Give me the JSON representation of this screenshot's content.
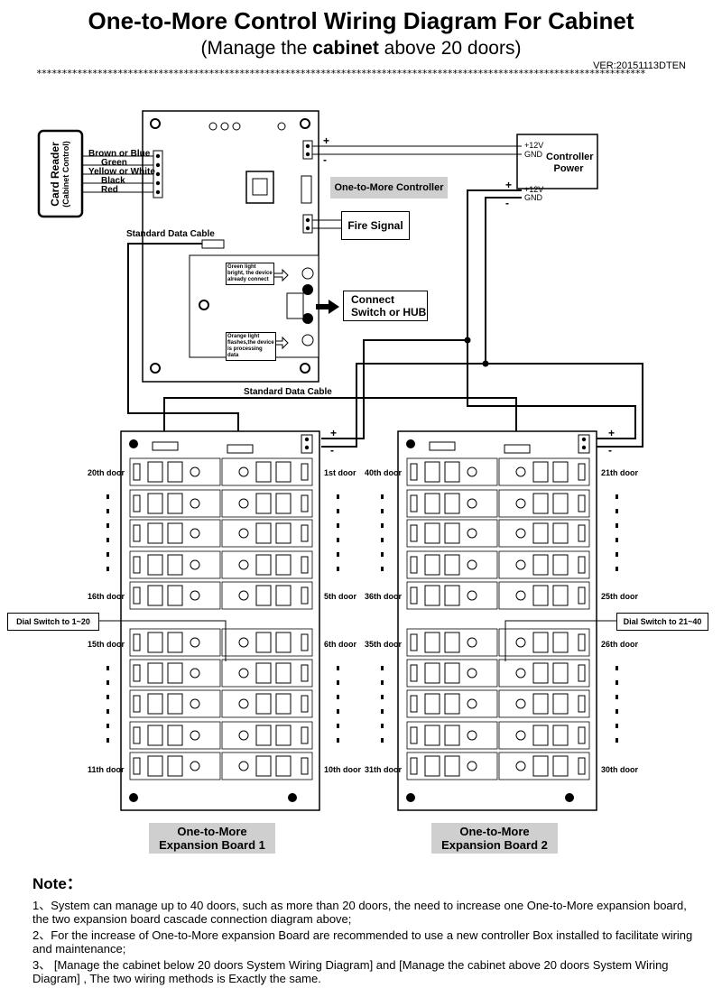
{
  "header": {
    "title": "One-to-More Control Wiring Diagram For Cabinet",
    "subtitle_pre": "(Manage the ",
    "subtitle_bold": "cabinet",
    "subtitle_post": " above 20 doors)",
    "version": "VER:20151113DTEN",
    "divider": "************************************************************************************************************************"
  },
  "card_reader": {
    "title": "Card Reader",
    "subtitle": "(Cabinet Control)",
    "wires": [
      "Brown or Blue",
      "Green",
      "Yellow or White",
      "Black",
      "Red"
    ]
  },
  "controller": {
    "label": "One-to-More Controller",
    "fire_signal": "Fire Signal",
    "connect_hub": "Connect\nSwitch  or HUB",
    "green_note": "Green light bright, the device already connect",
    "orange_note": "Orange  light flashes,the device is processing data",
    "standard_cable_top": "Standard Data Cable",
    "standard_cable_mid": "Standard Data Cable"
  },
  "power": {
    "title": "Controller\nPower",
    "v12_a": "+12V",
    "gnd_a": "GND",
    "v12_b": "+12V",
    "gnd_b": "GND",
    "plus": "+",
    "minus": "-"
  },
  "board1": {
    "name": "One-to-More\nExpansion Board 1",
    "dial": "Dial Switch to 1~20",
    "doors_left": [
      "20th door",
      "16th door",
      "15th door",
      "11th door"
    ],
    "doors_right": [
      "1st door",
      "5th door",
      "6th door",
      "10th door"
    ]
  },
  "board2": {
    "name": "One-to-More\nExpansion Board 2",
    "dial": "Dial Switch to 21~40",
    "doors_left": [
      "40th door",
      "36th door",
      "35th door",
      "31th door"
    ],
    "doors_right": [
      "21th door",
      "25th door",
      "26th door",
      "30th door"
    ]
  },
  "notes": {
    "heading": "Note：",
    "items": [
      "1、System can manage up to 40 doors, such as more than 20 doors, the need to increase one One-to-More expansion board, the two expansion board cascade connection diagram above;",
      "2、For the increase of One-to-More expansion Board are recommended to use a new controller Box installed to facilitate wiring and maintenance;",
      "3、 [Manage the cabinet below 20 doors System Wiring Diagram] and [Manage the cabinet above 20 doors System Wiring Diagram] , The two wiring methods is Exactly the same."
    ]
  }
}
